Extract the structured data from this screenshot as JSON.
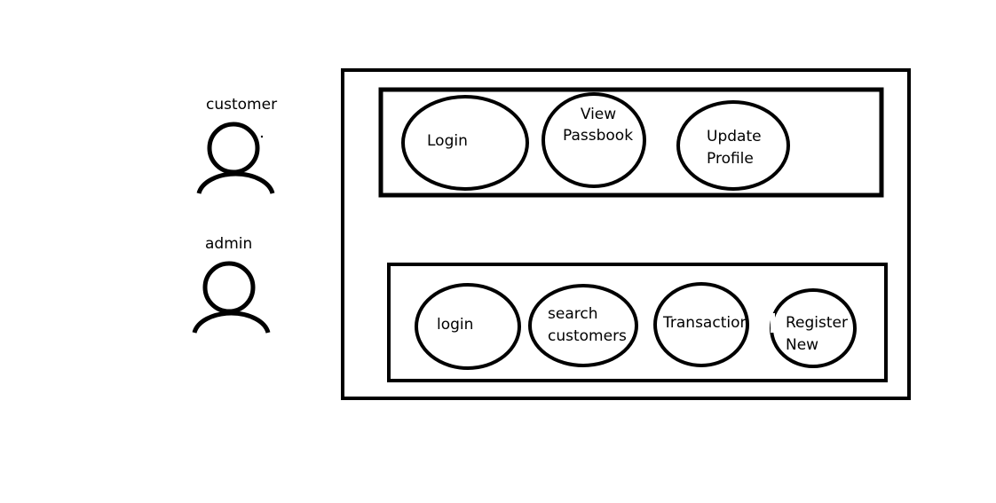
{
  "actors": {
    "customer": "customer",
    "admin": "admin"
  },
  "customer_usecases": {
    "login": "Login",
    "view_passbook_1": "View",
    "view_passbook_2": "Passbook",
    "update_profile_1": "Update",
    "update_profile_2": "Profile"
  },
  "admin_usecases": {
    "login": "login",
    "search_customers_1": "search",
    "search_customers_2": "customers",
    "transaction": "Transaction",
    "register_new_1": "Register",
    "register_new_2": "New"
  },
  "colors": {
    "stroke": "#000000",
    "background": "#ffffff"
  }
}
